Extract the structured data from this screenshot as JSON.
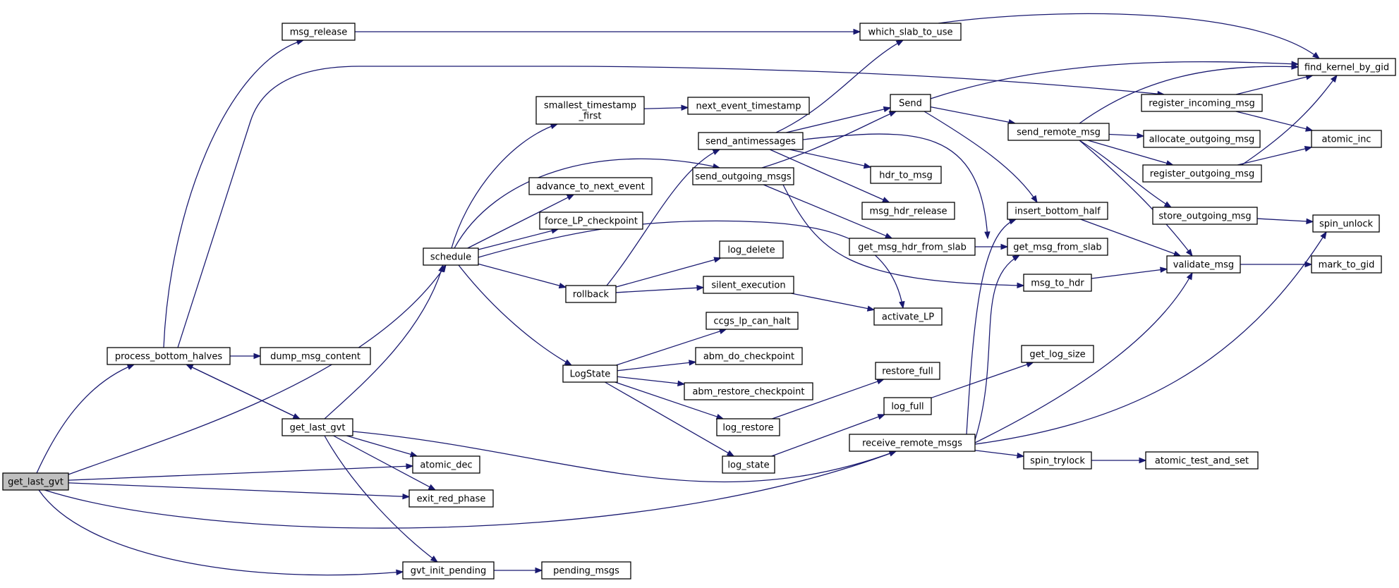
{
  "graph": {
    "colors": {
      "edge": "#191970",
      "node_border": "#000000",
      "focus_fill": "#bfbfbf",
      "node_fill": "#ffffff",
      "truncated_border": "#ff0000"
    },
    "nodes": [
      {
        "id": "root",
        "label": "get_last_gvt",
        "style": "focus"
      },
      {
        "id": "process_bottom_halves",
        "label": "process_bottom_halves"
      },
      {
        "id": "dump_msg_content",
        "label": "dump_msg_content"
      },
      {
        "id": "get_last_gvt_2",
        "label": "get_last_gvt"
      },
      {
        "id": "msg_release",
        "label": "msg_release"
      },
      {
        "id": "which_slab_to_use",
        "label": "which_slab_to_use"
      },
      {
        "id": "find_kernel_by_gid",
        "label": "find_kernel_by_gid"
      },
      {
        "id": "register_incoming_msg",
        "label": "register_incoming_msg"
      },
      {
        "id": "atomic_inc",
        "label": "atomic_inc"
      },
      {
        "id": "schedule",
        "label": "schedule"
      },
      {
        "id": "smallest_timestamp_first",
        "label": "smallest_timestamp\n_first"
      },
      {
        "id": "next_event_timestamp",
        "label": "next_event_timestamp"
      },
      {
        "id": "send_antimessages",
        "label": "send_antimessages"
      },
      {
        "id": "send_outgoing_msgs",
        "label": "send_outgoing_msgs"
      },
      {
        "id": "advance_to_next_event",
        "label": "advance_to_next_event"
      },
      {
        "id": "force_LP_checkpoint",
        "label": "force_LP_checkpoint"
      },
      {
        "id": "Send",
        "label": "Send"
      },
      {
        "id": "send_remote_msg",
        "label": "send_remote_msg"
      },
      {
        "id": "allocate_outgoing_msg",
        "label": "allocate_outgoing_msg"
      },
      {
        "id": "register_outgoing_msg",
        "label": "register_outgoing_msg"
      },
      {
        "id": "store_outgoing_msg",
        "label": "store_outgoing_msg",
        "style": "truncated"
      },
      {
        "id": "spin_unlock",
        "label": "spin_unlock"
      },
      {
        "id": "hdr_to_msg",
        "label": "hdr_to_msg"
      },
      {
        "id": "msg_hdr_release",
        "label": "msg_hdr_release"
      },
      {
        "id": "insert_bottom_half",
        "label": "insert_bottom_half"
      },
      {
        "id": "get_msg_hdr_from_slab",
        "label": "get_msg_hdr_from_slab"
      },
      {
        "id": "get_msg_from_slab",
        "label": "get_msg_from_slab"
      },
      {
        "id": "validate_msg",
        "label": "validate_msg"
      },
      {
        "id": "mark_to_gid",
        "label": "mark_to_gid"
      },
      {
        "id": "log_delete",
        "label": "log_delete"
      },
      {
        "id": "rollback",
        "label": "rollback"
      },
      {
        "id": "silent_execution",
        "label": "silent_execution"
      },
      {
        "id": "msg_to_hdr",
        "label": "msg_to_hdr"
      },
      {
        "id": "activate_LP",
        "label": "activate_LP"
      },
      {
        "id": "ccgs_lp_can_halt",
        "label": "ccgs_lp_can_halt"
      },
      {
        "id": "LogState",
        "label": "LogState"
      },
      {
        "id": "abm_do_checkpoint",
        "label": "abm_do_checkpoint"
      },
      {
        "id": "get_log_size",
        "label": "get_log_size"
      },
      {
        "id": "restore_full",
        "label": "restore_full"
      },
      {
        "id": "abm_restore_checkpoint",
        "label": "abm_restore_checkpoint"
      },
      {
        "id": "log_full",
        "label": "log_full"
      },
      {
        "id": "log_restore",
        "label": "log_restore"
      },
      {
        "id": "receive_remote_msgs",
        "label": "receive_remote_msgs"
      },
      {
        "id": "log_state",
        "label": "log_state"
      },
      {
        "id": "spin_trylock",
        "label": "spin_trylock"
      },
      {
        "id": "atomic_test_and_set",
        "label": "atomic_test_and_set"
      },
      {
        "id": "atomic_dec",
        "label": "atomic_dec"
      },
      {
        "id": "exit_red_phase",
        "label": "exit_red_phase"
      },
      {
        "id": "gvt_init_pending",
        "label": "gvt_init_pending"
      },
      {
        "id": "pending_msgs",
        "label": "pending_msgs"
      }
    ],
    "edges": [
      {
        "from": "root",
        "to": "process_bottom_halves"
      },
      {
        "from": "root",
        "to": "schedule"
      },
      {
        "from": "root",
        "to": "atomic_dec"
      },
      {
        "from": "root",
        "to": "exit_red_phase"
      },
      {
        "from": "root",
        "to": "receive_remote_msgs"
      },
      {
        "from": "root",
        "to": "gvt_init_pending"
      },
      {
        "from": "process_bottom_halves",
        "to": "msg_release"
      },
      {
        "from": "process_bottom_halves",
        "to": "register_incoming_msg"
      },
      {
        "from": "process_bottom_halves",
        "to": "dump_msg_content"
      },
      {
        "from": "process_bottom_halves",
        "to": "get_last_gvt_2"
      },
      {
        "from": "get_last_gvt_2",
        "to": "process_bottom_halves"
      },
      {
        "from": "get_last_gvt_2",
        "to": "schedule"
      },
      {
        "from": "get_last_gvt_2",
        "to": "atomic_dec"
      },
      {
        "from": "get_last_gvt_2",
        "to": "exit_red_phase"
      },
      {
        "from": "get_last_gvt_2",
        "to": "gvt_init_pending"
      },
      {
        "from": "get_last_gvt_2",
        "to": "receive_remote_msgs"
      },
      {
        "from": "msg_release",
        "to": "which_slab_to_use"
      },
      {
        "from": "which_slab_to_use",
        "to": "find_kernel_by_gid"
      },
      {
        "from": "register_incoming_msg",
        "to": "find_kernel_by_gid"
      },
      {
        "from": "register_incoming_msg",
        "to": "atomic_inc"
      },
      {
        "from": "schedule",
        "to": "smallest_timestamp_first"
      },
      {
        "from": "schedule",
        "to": "send_outgoing_msgs"
      },
      {
        "from": "schedule",
        "to": "advance_to_next_event"
      },
      {
        "from": "schedule",
        "to": "force_LP_checkpoint"
      },
      {
        "from": "schedule",
        "to": "activate_LP"
      },
      {
        "from": "schedule",
        "to": "rollback"
      },
      {
        "from": "schedule",
        "to": "LogState"
      },
      {
        "from": "smallest_timestamp_first",
        "to": "next_event_timestamp"
      },
      {
        "from": "send_antimessages",
        "to": "which_slab_to_use"
      },
      {
        "from": "send_antimessages",
        "to": "Send"
      },
      {
        "from": "send_antimessages",
        "to": "hdr_to_msg"
      },
      {
        "from": "send_antimessages",
        "to": "msg_hdr_release"
      },
      {
        "from": "send_antimessages",
        "to": "get_msg_from_slab"
      },
      {
        "from": "send_outgoing_msgs",
        "to": "Send"
      },
      {
        "from": "send_outgoing_msgs",
        "to": "get_msg_hdr_from_slab"
      },
      {
        "from": "send_outgoing_msgs",
        "to": "msg_to_hdr"
      },
      {
        "from": "Send",
        "to": "find_kernel_by_gid"
      },
      {
        "from": "Send",
        "to": "send_remote_msg"
      },
      {
        "from": "Send",
        "to": "insert_bottom_half"
      },
      {
        "from": "send_remote_msg",
        "to": "find_kernel_by_gid"
      },
      {
        "from": "send_remote_msg",
        "to": "allocate_outgoing_msg"
      },
      {
        "from": "send_remote_msg",
        "to": "register_outgoing_msg"
      },
      {
        "from": "send_remote_msg",
        "to": "store_outgoing_msg"
      },
      {
        "from": "send_remote_msg",
        "to": "validate_msg"
      },
      {
        "from": "register_outgoing_msg",
        "to": "find_kernel_by_gid"
      },
      {
        "from": "register_outgoing_msg",
        "to": "atomic_inc"
      },
      {
        "from": "store_outgoing_msg",
        "to": "spin_unlock"
      },
      {
        "from": "insert_bottom_half",
        "to": "validate_msg"
      },
      {
        "from": "get_msg_hdr_from_slab",
        "to": "get_msg_from_slab"
      },
      {
        "from": "msg_to_hdr",
        "to": "validate_msg"
      },
      {
        "from": "validate_msg",
        "to": "mark_to_gid"
      },
      {
        "from": "rollback",
        "to": "send_antimessages"
      },
      {
        "from": "rollback",
        "to": "log_delete"
      },
      {
        "from": "rollback",
        "to": "silent_execution"
      },
      {
        "from": "silent_execution",
        "to": "activate_LP"
      },
      {
        "from": "LogState",
        "to": "ccgs_lp_can_halt"
      },
      {
        "from": "LogState",
        "to": "abm_do_checkpoint"
      },
      {
        "from": "LogState",
        "to": "abm_restore_checkpoint"
      },
      {
        "from": "LogState",
        "to": "log_restore"
      },
      {
        "from": "LogState",
        "to": "log_state"
      },
      {
        "from": "log_restore",
        "to": "restore_full"
      },
      {
        "from": "log_state",
        "to": "log_full"
      },
      {
        "from": "log_full",
        "to": "get_log_size"
      },
      {
        "from": "receive_remote_msgs",
        "to": "insert_bottom_half"
      },
      {
        "from": "receive_remote_msgs",
        "to": "get_msg_from_slab"
      },
      {
        "from": "receive_remote_msgs",
        "to": "validate_msg"
      },
      {
        "from": "receive_remote_msgs",
        "to": "spin_unlock"
      },
      {
        "from": "receive_remote_msgs",
        "to": "spin_trylock"
      },
      {
        "from": "spin_trylock",
        "to": "atomic_test_and_set"
      },
      {
        "from": "gvt_init_pending",
        "to": "pending_msgs"
      }
    ]
  }
}
